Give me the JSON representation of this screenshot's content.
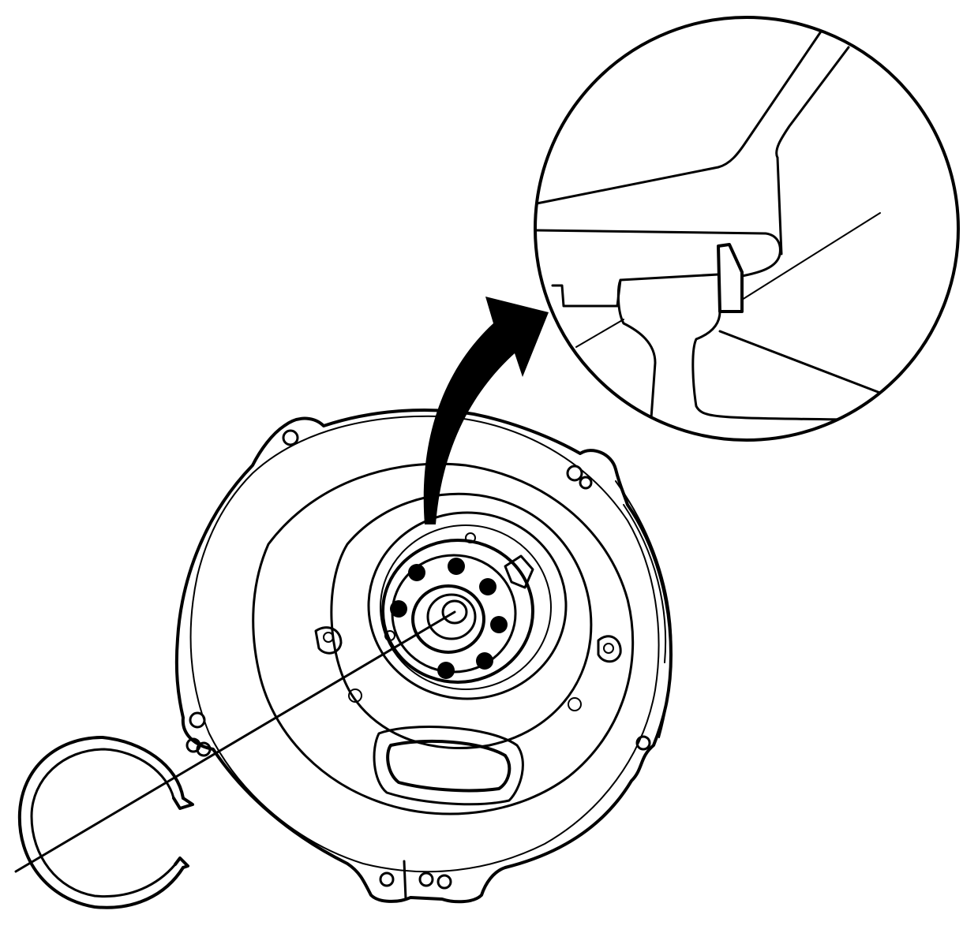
{
  "diagram": {
    "kind": "exploded technical illustration",
    "parts": [
      {
        "id": "housing",
        "icon": "circular-housing-cover"
      },
      {
        "id": "snap-ring",
        "icon": "retaining-snap-ring"
      },
      {
        "id": "detail-view",
        "icon": "magnified-section-circle"
      },
      {
        "id": "callout-arrow",
        "icon": "curved-arrow"
      }
    ],
    "line_color": "#000000",
    "background": "#ffffff"
  }
}
